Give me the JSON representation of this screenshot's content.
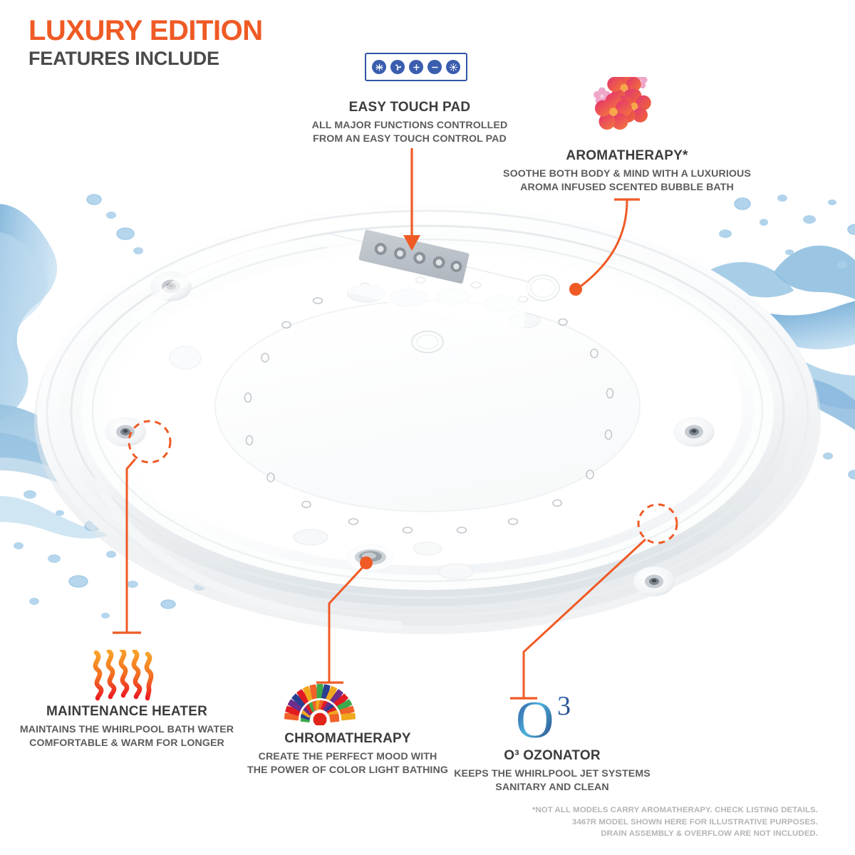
{
  "header": {
    "title_main": "LUXURY EDITION",
    "title_sub": "FEATURES INCLUDE",
    "accent_color": "#EF5A25",
    "heading_color": "#4A4A4A"
  },
  "touchpad_graphic": {
    "name": "easy-touch-pad-control-strip",
    "border_color": "#2F55A4",
    "button_color": "#3A5DAE",
    "buttons": [
      {
        "icon": "jets-icon",
        "label": "Jets"
      },
      {
        "icon": "blower-icon",
        "label": "Blower"
      },
      {
        "icon": "plus-icon",
        "label": "Increase"
      },
      {
        "icon": "minus-icon",
        "label": "Decrease"
      },
      {
        "icon": "light-icon",
        "label": "Light"
      }
    ]
  },
  "callouts": [
    {
      "id": "easy-touch-pad",
      "title": "EASY TOUCH PAD",
      "desc_line1": "ALL MAJOR FUNCTIONS CONTROLLED",
      "desc_line2": "FROM AN EASY TOUCH CONTROL PAD"
    },
    {
      "id": "aromatherapy",
      "title": "AROMATHERAPY*",
      "desc_line1": "SOOTHE BOTH BODY & MIND WITH A LUXURIOUS",
      "desc_line2": "AROMA INFUSED SCENTED BUBBLE BATH"
    },
    {
      "id": "maintenance-heater",
      "title": "MAINTENANCE HEATER",
      "desc_line1": "MAINTAINS THE WHIRLPOOL BATH WATER",
      "desc_line2": "COMFORTABLE & WARM FOR LONGER"
    },
    {
      "id": "chromatherapy",
      "title": "CHROMATHERAPY",
      "desc_line1": "CREATE THE PERFECT MOOD WITH",
      "desc_line2": "THE POWER OF COLOR LIGHT BATHING"
    },
    {
      "id": "ozonator",
      "title": "O³ OZONATOR",
      "desc_line1": "KEEPS THE WHIRLPOOL JET SYSTEMS",
      "desc_line2": "SANITARY AND CLEAN"
    }
  ],
  "footnote": {
    "line1": "*NOT ALL MODELS CARRY AROMATHERAPY. CHECK LISTING DETAILS.",
    "line2": "3467R MODEL SHOWN HERE FOR ILLUSTRATIVE PURPOSES.",
    "line3": "DRAIN ASSEMBLY & OVERFLOW ARE NOT INCLUDED.",
    "color": "#B4B4B4"
  },
  "icons": {
    "aromatherapy": "flowers-icon",
    "maintenance_heater": "heat-waves-icon",
    "chromatherapy": "color-fan-icon",
    "ozonator": "o3-logo-icon",
    "product": "whirlpool-bathtub-illustration",
    "water_left": "water-splash-icon",
    "water_right": "water-splash-icon"
  },
  "colors": {
    "orange": "#EF5A25",
    "leader": "#EF5A25",
    "blue_deep": "#2F55A4",
    "water_blue": "#9FC7E4",
    "flower_pink": "#E8406F",
    "flower_orange": "#F0673A",
    "flower_light": "#EFA3C6",
    "heat_orange": "#F7941E",
    "heat_red": "#EC1C24",
    "ozone_blue": "#2E5FA3",
    "ozone_cyan": "#4AAEDB"
  },
  "chroma_rays": [
    "#F0622A",
    "#E11B22",
    "#6D2E8C",
    "#2B3F92",
    "#E11B22",
    "#F0A81E",
    "#F0622A",
    "#3BAA4B",
    "#2B3F92",
    "#F0A81E",
    "#6D2E8C",
    "#E11B22",
    "#3BAA4B",
    "#F0622A",
    "#F0A81E"
  ]
}
